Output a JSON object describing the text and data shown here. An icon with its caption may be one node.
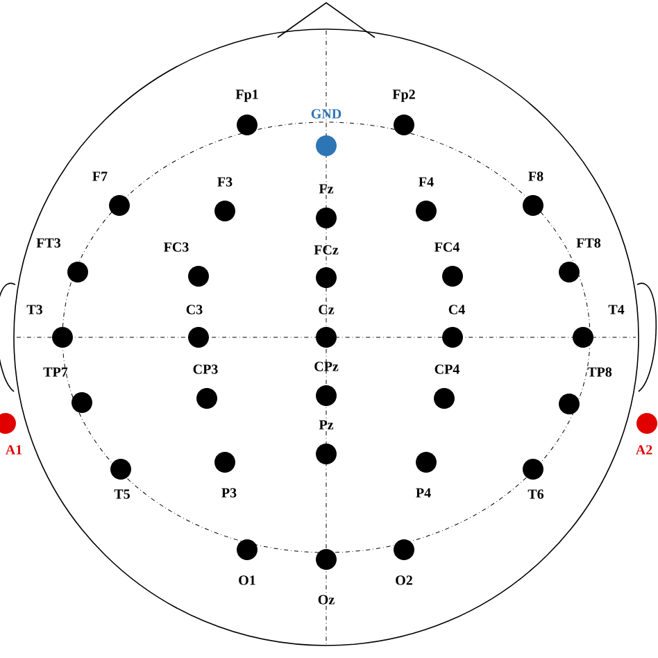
{
  "diagram": {
    "nodes": [
      {
        "text": [
          "Fp1"
        ]
      },
      {
        "text": [
          "GND"
        ]
      },
      {
        "text": [
          "Fp2"
        ]
      },
      {
        "text": [
          "F7"
        ]
      },
      {
        "text": [
          "F3"
        ]
      },
      {
        "text": [
          "Fz"
        ]
      },
      {
        "text": [
          "F4"
        ]
      },
      {
        "text": [
          "F8"
        ]
      },
      {
        "text": [
          "FT3"
        ]
      },
      {
        "text": [
          "FC3"
        ]
      },
      {
        "text": [
          "FCz"
        ]
      },
      {
        "text": [
          "FC4"
        ]
      },
      {
        "text": [
          "FT8"
        ]
      },
      {
        "text": [
          "T3"
        ]
      },
      {
        "text": [
          "C3"
        ]
      },
      {
        "text": [
          "Cz"
        ]
      },
      {
        "text": [
          "C4"
        ]
      },
      {
        "text": [
          "T4"
        ]
      },
      {
        "text": [
          "TP7"
        ]
      },
      {
        "text": [
          "CP3"
        ]
      },
      {
        "text": [
          "CPz"
        ]
      },
      {
        "text": [
          "CP4"
        ]
      },
      {
        "text": [
          "TP8"
        ]
      },
      {
        "text": [
          "A1"
        ]
      },
      {
        "text": [
          "A2"
        ]
      },
      {
        "text": [
          "T5"
        ]
      },
      {
        "text": [
          "P3"
        ]
      },
      {
        "text": [
          "Pz"
        ]
      },
      {
        "text": [
          "P4"
        ]
      },
      {
        "text": [
          "T6"
        ]
      },
      {
        "text": [
          "O1"
        ]
      },
      {
        "text": [
          "Oz"
        ]
      },
      {
        "text": [
          "O2"
        ]
      }
    ]
  }
}
